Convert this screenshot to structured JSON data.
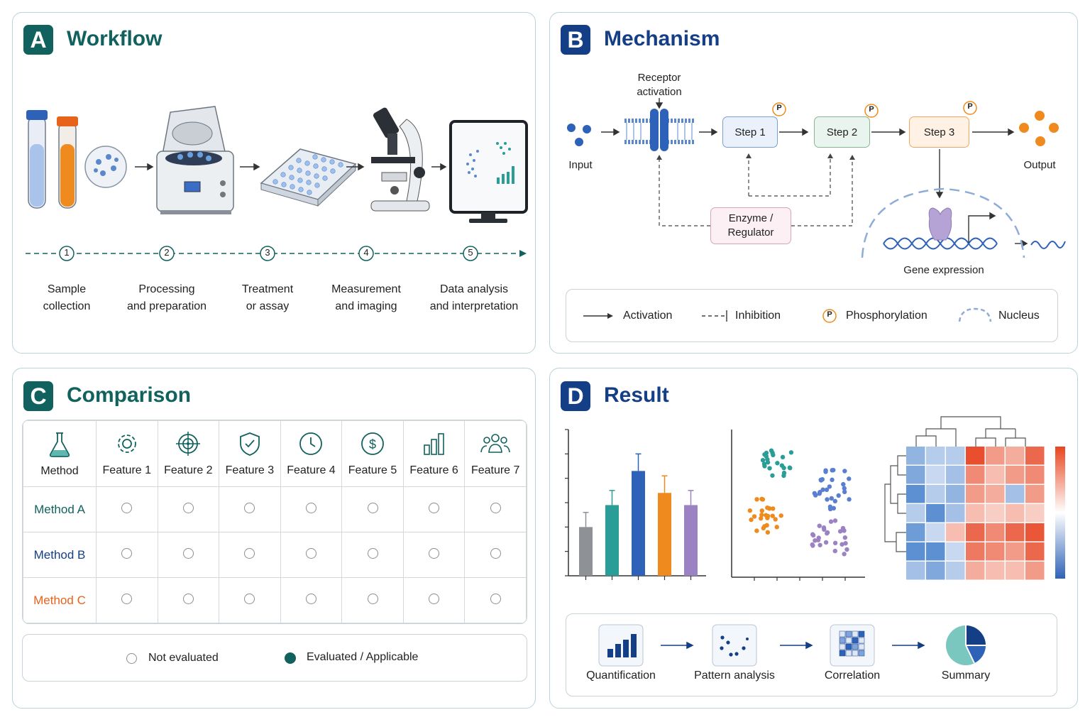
{
  "panels": {
    "a": {
      "letter": "A",
      "title": "Workflow"
    },
    "b": {
      "letter": "B",
      "title": "Mechanism"
    },
    "c": {
      "letter": "C",
      "title": "Comparison"
    },
    "d": {
      "letter": "D",
      "title": "Result"
    }
  },
  "workflow": {
    "steps": [
      {
        "num": "1",
        "line1": "Sample",
        "line2": "collection"
      },
      {
        "num": "2",
        "line1": "Processing",
        "line2": "and preparation"
      },
      {
        "num": "3",
        "line1": "Treatment",
        "line2": "or assay"
      },
      {
        "num": "4",
        "line1": "Measurement",
        "line2": "and imaging"
      },
      {
        "num": "5",
        "line1": "Data analysis",
        "line2": "and interpretation"
      }
    ]
  },
  "mechanism": {
    "receptor_line1": "Receptor",
    "receptor_line2": "activation",
    "input": "Input",
    "output": "Output",
    "step1": "Step 1",
    "step2": "Step 2",
    "step3": "Step 3",
    "p_mark": "P",
    "enzyme_line1": "Enzyme /",
    "enzyme_line2": "Regulator",
    "gene_expression": "Gene expression",
    "legend": {
      "activation": "Activation",
      "inhibition": "Inhibition",
      "phosphorylation": "Phosphorylation",
      "nucleus": "Nucleus"
    }
  },
  "comparison": {
    "header_method": "Method",
    "features": [
      "Feature 1",
      "Feature 2",
      "Feature 3",
      "Feature 4",
      "Feature 5",
      "Feature 6",
      "Feature 7"
    ],
    "feature_icons": [
      "gear-icon",
      "target-icon",
      "shield-check-icon",
      "clock-icon",
      "dollar-icon",
      "bar-chart-icon",
      "people-icon"
    ],
    "methods": [
      {
        "name": "Method A",
        "color": "#11625e"
      },
      {
        "name": "Method B",
        "color": "#143f86"
      },
      {
        "name": "Method C",
        "color": "#e8631a"
      }
    ],
    "legend": {
      "not_evaluated": "Not evaluated",
      "evaluated": "Evaluated / Applicable"
    }
  },
  "result": {
    "chart_data": {
      "type": "bar",
      "values": [
        2,
        2.9,
        4.3,
        3.4,
        2.9
      ],
      "errors": [
        0.6,
        0.6,
        0.7,
        0.7,
        0.6
      ],
      "colors": [
        "#8e9196",
        "#2a9d96",
        "#2e62b8",
        "#ee8a1e",
        "#9b83c3"
      ],
      "ylim": [
        0,
        6
      ]
    },
    "pipeline": [
      "Quantification",
      "Pattern analysis",
      "Correlation",
      "Summary"
    ]
  }
}
